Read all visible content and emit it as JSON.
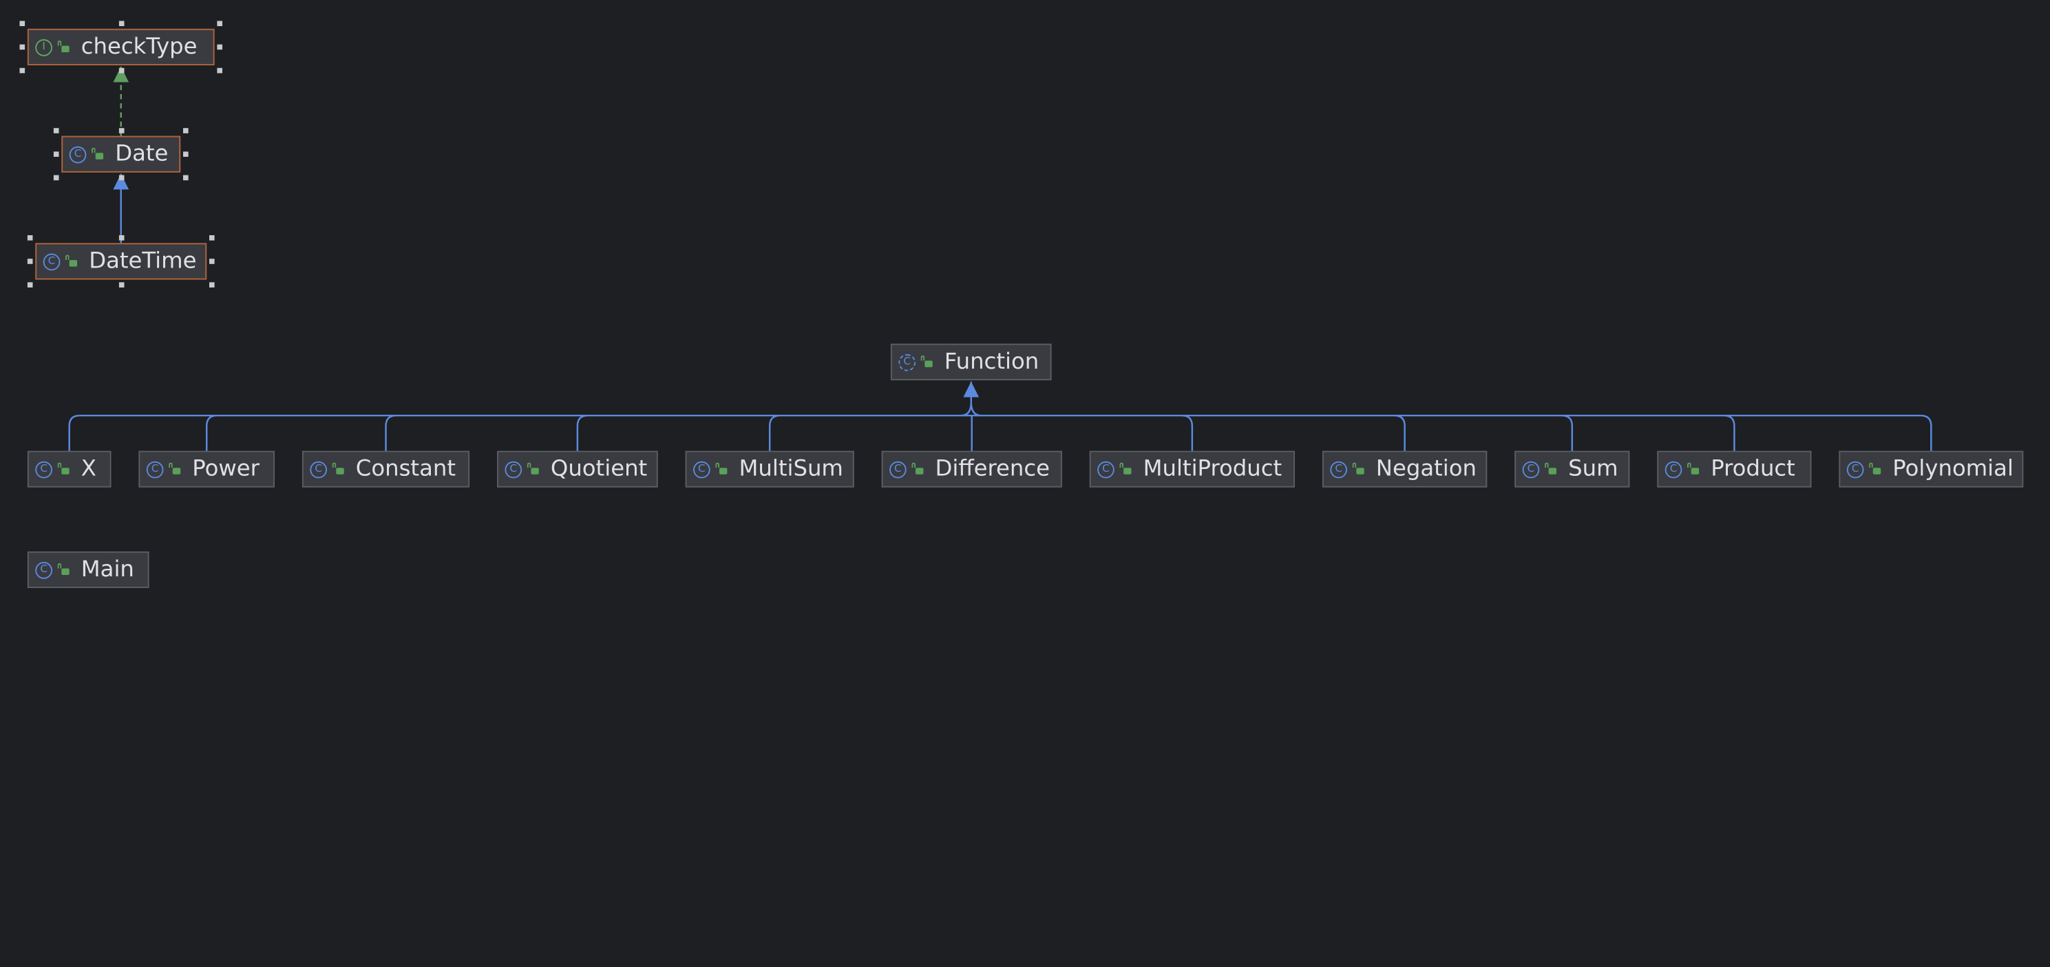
{
  "diagram": {
    "colors": {
      "background": "#1e1f22",
      "node_fill": "#393b40",
      "node_border": "#5a5d63",
      "selected_border": "#b0643c",
      "class_icon": "#5b8ae0",
      "interface_icon": "#5fa860",
      "access_icon": "#5aa05a",
      "extends_edge": "#5b8ae0",
      "implements_edge": "#5f9e5f",
      "label": "#dfe1e5"
    },
    "icons": {
      "class": "class-icon",
      "interface": "interface-icon",
      "abstract": "abstract-class-icon",
      "access": "public-access-icon"
    },
    "nodes": [
      {
        "id": "checkType",
        "label": "checkType",
        "kind": "interface",
        "selected": true
      },
      {
        "id": "Date",
        "label": "Date",
        "kind": "class",
        "selected": true
      },
      {
        "id": "DateTime",
        "label": "DateTime",
        "kind": "class",
        "selected": true
      },
      {
        "id": "Function",
        "label": "Function",
        "kind": "abstract",
        "selected": false
      },
      {
        "id": "X",
        "label": "X",
        "kind": "class",
        "selected": false
      },
      {
        "id": "Power",
        "label": "Power",
        "kind": "class",
        "selected": false
      },
      {
        "id": "Constant",
        "label": "Constant",
        "kind": "class",
        "selected": false
      },
      {
        "id": "Quotient",
        "label": "Quotient",
        "kind": "class",
        "selected": false
      },
      {
        "id": "MultiSum",
        "label": "MultiSum",
        "kind": "class",
        "selected": false
      },
      {
        "id": "Difference",
        "label": "Difference",
        "kind": "class",
        "selected": false
      },
      {
        "id": "MultiProduct",
        "label": "MultiProduct",
        "kind": "class",
        "selected": false
      },
      {
        "id": "Negation",
        "label": "Negation",
        "kind": "class",
        "selected": false
      },
      {
        "id": "Sum",
        "label": "Sum",
        "kind": "class",
        "selected": false
      },
      {
        "id": "Product",
        "label": "Product",
        "kind": "class",
        "selected": false
      },
      {
        "id": "Polynomial",
        "label": "Polynomial",
        "kind": "class",
        "selected": false
      },
      {
        "id": "Main",
        "label": "Main",
        "kind": "class",
        "selected": false
      }
    ],
    "edges": [
      {
        "from": "Date",
        "to": "checkType",
        "type": "implements"
      },
      {
        "from": "DateTime",
        "to": "Date",
        "type": "extends"
      },
      {
        "from": "X",
        "to": "Function",
        "type": "extends"
      },
      {
        "from": "Power",
        "to": "Function",
        "type": "extends"
      },
      {
        "from": "Constant",
        "to": "Function",
        "type": "extends"
      },
      {
        "from": "Quotient",
        "to": "Function",
        "type": "extends"
      },
      {
        "from": "MultiSum",
        "to": "Function",
        "type": "extends"
      },
      {
        "from": "Difference",
        "to": "Function",
        "type": "extends"
      },
      {
        "from": "MultiProduct",
        "to": "Function",
        "type": "extends"
      },
      {
        "from": "Negation",
        "to": "Function",
        "type": "extends"
      },
      {
        "from": "Sum",
        "to": "Function",
        "type": "extends"
      },
      {
        "from": "Product",
        "to": "Function",
        "type": "extends"
      },
      {
        "from": "Polynomial",
        "to": "Function",
        "type": "extends"
      }
    ]
  }
}
